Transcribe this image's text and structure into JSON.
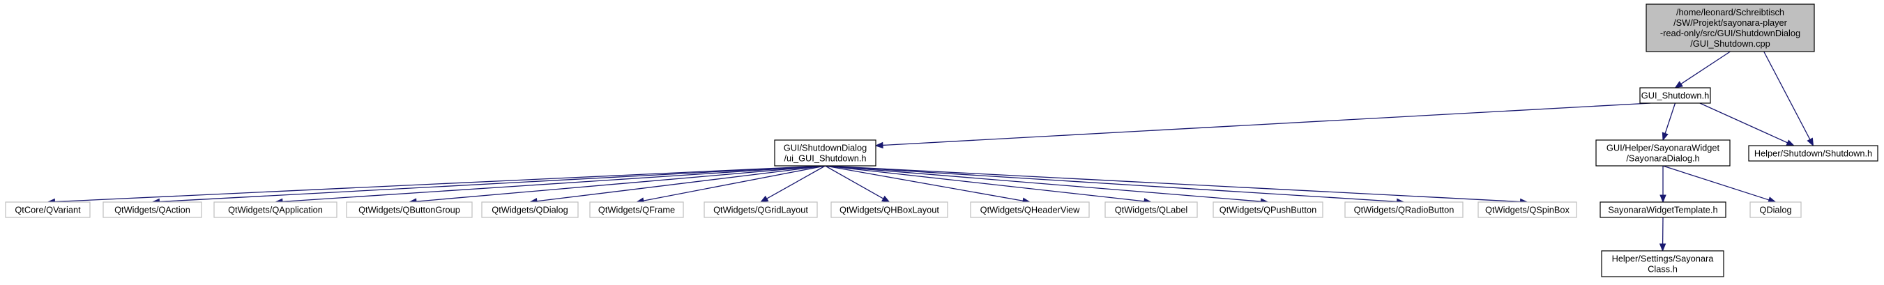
{
  "graph": {
    "colors": {
      "edge": "#191970",
      "root_fill": "#bfbfbf",
      "normal_stroke": "#000000",
      "external_stroke": "#bfbfbf",
      "text": "#000000"
    },
    "nodes": [
      {
        "id": "root",
        "kind": "root",
        "lines": [
          "/home/leonard/Schreibtisch",
          "/SW/Projekt/sayonara-player",
          "-read-only/src/GUI/ShutdownDialog",
          "/GUI_Shutdown.cpp"
        ]
      },
      {
        "id": "gui_shutdown_h",
        "kind": "normal",
        "lines": [
          "GUI_Shutdown.h"
        ]
      },
      {
        "id": "shutdown_h",
        "kind": "normal",
        "lines": [
          "Helper/Shutdown/Shutdown.h"
        ]
      },
      {
        "id": "ui_gui_shutdown_h",
        "kind": "normal",
        "lines": [
          "GUI/ShutdownDialog",
          "/ui_GUI_Shutdown.h"
        ]
      },
      {
        "id": "sayonara_dialog_h",
        "kind": "normal",
        "lines": [
          "GUI/Helper/SayonaraWidget",
          "/SayonaraDialog.h"
        ]
      },
      {
        "id": "qcore_qvariant",
        "kind": "external",
        "lines": [
          "QtCore/QVariant"
        ]
      },
      {
        "id": "qaction",
        "kind": "external",
        "lines": [
          "QtWidgets/QAction"
        ]
      },
      {
        "id": "qapplication",
        "kind": "external",
        "lines": [
          "QtWidgets/QApplication"
        ]
      },
      {
        "id": "qbuttongroup",
        "kind": "external",
        "lines": [
          "QtWidgets/QButtonGroup"
        ]
      },
      {
        "id": "qdialog_w",
        "kind": "external",
        "lines": [
          "QtWidgets/QDialog"
        ]
      },
      {
        "id": "qframe",
        "kind": "external",
        "lines": [
          "QtWidgets/QFrame"
        ]
      },
      {
        "id": "qgridlayout",
        "kind": "external",
        "lines": [
          "QtWidgets/QGridLayout"
        ]
      },
      {
        "id": "qhboxlayout",
        "kind": "external",
        "lines": [
          "QtWidgets/QHBoxLayout"
        ]
      },
      {
        "id": "qheaderview",
        "kind": "external",
        "lines": [
          "QtWidgets/QHeaderView"
        ]
      },
      {
        "id": "qlabel",
        "kind": "external",
        "lines": [
          "QtWidgets/QLabel"
        ]
      },
      {
        "id": "qpushbutton",
        "kind": "external",
        "lines": [
          "QtWidgets/QPushButton"
        ]
      },
      {
        "id": "qradiobutton",
        "kind": "external",
        "lines": [
          "QtWidgets/QRadioButton"
        ]
      },
      {
        "id": "qspinbox",
        "kind": "external",
        "lines": [
          "QtWidgets/QSpinBox"
        ]
      },
      {
        "id": "sayonara_widget_template_h",
        "kind": "normal",
        "lines": [
          "SayonaraWidgetTemplate.h"
        ]
      },
      {
        "id": "qdialog",
        "kind": "external",
        "lines": [
          "QDialog"
        ]
      },
      {
        "id": "sayonara_class_h",
        "kind": "normal",
        "lines": [
          "Helper/Settings/Sayonara",
          "Class.h"
        ]
      }
    ],
    "edges": [
      {
        "from": "root",
        "to": "gui_shutdown_h"
      },
      {
        "from": "root",
        "to": "shutdown_h"
      },
      {
        "from": "gui_shutdown_h",
        "to": "ui_gui_shutdown_h"
      },
      {
        "from": "gui_shutdown_h",
        "to": "sayonara_dialog_h"
      },
      {
        "from": "gui_shutdown_h",
        "to": "shutdown_h"
      },
      {
        "from": "ui_gui_shutdown_h",
        "to": "qcore_qvariant"
      },
      {
        "from": "ui_gui_shutdown_h",
        "to": "qaction"
      },
      {
        "from": "ui_gui_shutdown_h",
        "to": "qapplication"
      },
      {
        "from": "ui_gui_shutdown_h",
        "to": "qbuttongroup"
      },
      {
        "from": "ui_gui_shutdown_h",
        "to": "qdialog_w"
      },
      {
        "from": "ui_gui_shutdown_h",
        "to": "qframe"
      },
      {
        "from": "ui_gui_shutdown_h",
        "to": "qgridlayout"
      },
      {
        "from": "ui_gui_shutdown_h",
        "to": "qhboxlayout"
      },
      {
        "from": "ui_gui_shutdown_h",
        "to": "qheaderview"
      },
      {
        "from": "ui_gui_shutdown_h",
        "to": "qlabel"
      },
      {
        "from": "ui_gui_shutdown_h",
        "to": "qpushbutton"
      },
      {
        "from": "ui_gui_shutdown_h",
        "to": "qradiobutton"
      },
      {
        "from": "ui_gui_shutdown_h",
        "to": "qspinbox"
      },
      {
        "from": "sayonara_dialog_h",
        "to": "sayonara_widget_template_h"
      },
      {
        "from": "sayonara_dialog_h",
        "to": "qdialog"
      },
      {
        "from": "sayonara_widget_template_h",
        "to": "sayonara_class_h"
      }
    ]
  }
}
